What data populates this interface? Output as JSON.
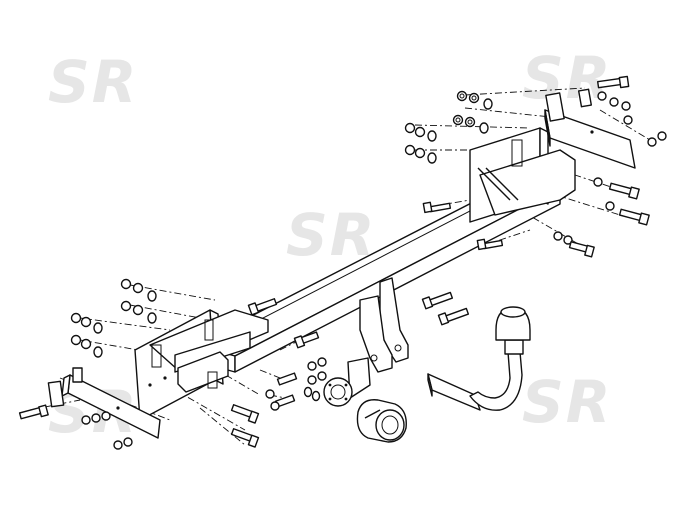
{
  "watermarks": [
    "SR",
    "SR",
    "SR",
    "SR",
    "SR"
  ],
  "colors": {
    "line": "#111111",
    "watermark": "#e6e6e6",
    "background": "#ffffff"
  }
}
